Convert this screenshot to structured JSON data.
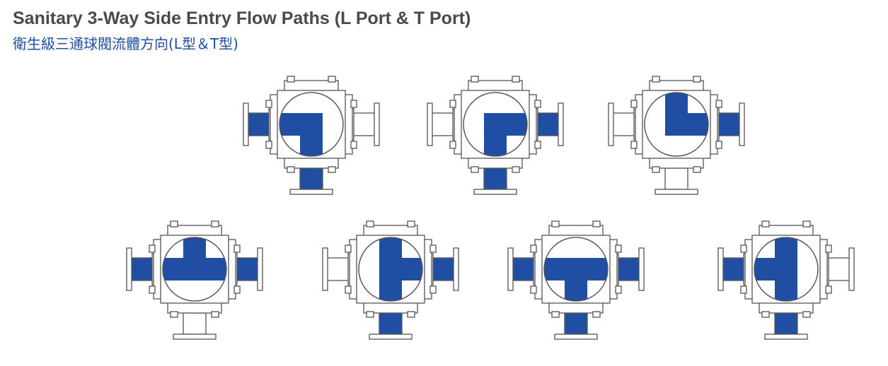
{
  "header": {
    "title": "Sanitary 3-Way Side Entry Flow Paths (L Port & T Port)",
    "subtitle": "衛生級三通球閥流體方向(L型＆T型)"
  },
  "colors": {
    "flow": "#1f4ea3",
    "outline": "#555555",
    "body_fill": "#ffffff"
  },
  "valves": [
    {
      "port": "L",
      "flow": [
        "left",
        "bottom"
      ],
      "ports_blue": [
        "left",
        "bottom"
      ]
    },
    {
      "port": "L",
      "flow": [
        "right",
        "bottom"
      ],
      "ports_blue": [
        "right",
        "bottom"
      ]
    },
    {
      "port": "L",
      "flow": [
        "top",
        "right"
      ],
      "ports_blue": [
        "right"
      ]
    },
    {
      "port": "T",
      "flow": [
        "left",
        "right",
        "top"
      ],
      "ports_blue": [
        "left",
        "right"
      ]
    },
    {
      "port": "T",
      "flow": [
        "top",
        "right",
        "bottom"
      ],
      "ports_blue": [
        "right",
        "bottom"
      ]
    },
    {
      "port": "T",
      "flow": [
        "left",
        "right",
        "bottom"
      ],
      "ports_blue": [
        "left",
        "right",
        "bottom"
      ]
    },
    {
      "port": "T",
      "flow": [
        "top",
        "left",
        "bottom"
      ],
      "ports_blue": [
        "left",
        "bottom"
      ]
    }
  ]
}
